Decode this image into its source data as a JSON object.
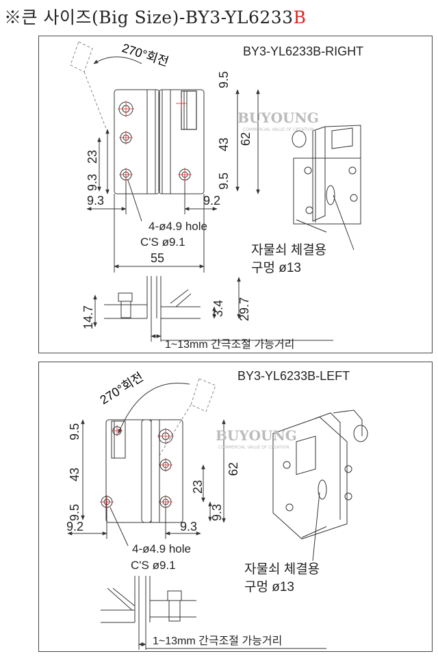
{
  "header": {
    "title_prefix": "※큰 사이즈(Big Size)-BY3-YL6233",
    "title_suffix": "B",
    "accent_color": "#d22222"
  },
  "watermark": {
    "brand": "BUYOUNG",
    "tagline": "COMMERCIAL VALUE OF CREATION"
  },
  "right_panel": {
    "model": "BY3-YL6233B-RIGHT",
    "rotation_label": "270°회전",
    "dims": {
      "top_offset": "9.5",
      "mid_pitch": "43",
      "total_height": "62",
      "bottom_offset_right": "9.5",
      "hole_pitch_left": "23",
      "bottom_offset_left": "9.3",
      "left_margin": "9.3",
      "right_margin": "9.2",
      "width": "55",
      "thickness": "14.7",
      "leaf_gap": "3.4",
      "total_depth": "29.7"
    },
    "hole_label": "4-ø4.9 hole",
    "cs_label": "C'S ø9.1",
    "callout_line1": "자물쇠 체결용",
    "callout_line2": "구멍 ø13",
    "gap_note": "1~13mm 간극조절 가능거리"
  },
  "left_panel": {
    "model": "BY3-YL6233B-LEFT",
    "rotation_label": "270°회전",
    "dims": {
      "top_offset": "9.5",
      "mid_pitch": "43",
      "bottom_offset_left": "9.5",
      "hole_pitch_right": "23",
      "bottom_offset_right": "9.3",
      "total_height": "62",
      "left_margin": "9.2",
      "right_margin": "9.3"
    },
    "hole_label": "4-ø4.9 hole",
    "cs_label": "C'S ø9.1",
    "callout_line1": "자물쇠 체결용",
    "callout_line2": "구멍 ø13",
    "gap_note": "1~13mm 간극조절 가능거리"
  }
}
